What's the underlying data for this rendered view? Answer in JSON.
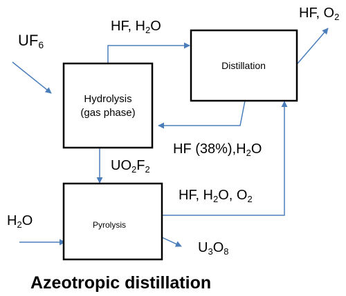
{
  "title": "Azeotropic distillation",
  "boxes": {
    "hydrolysis": {
      "line1": "Hydrolysis",
      "line2": "(gas phase)"
    },
    "distillation": {
      "label": "Distillation"
    },
    "pyrolysis": {
      "label": "Pyrolysis"
    }
  },
  "streams": {
    "uf6": {
      "parts": [
        "UF",
        "6"
      ]
    },
    "hf_h2o_top": {
      "parts": [
        "HF, H",
        "2",
        "O"
      ]
    },
    "hf_o2_out": {
      "parts": [
        "HF, O",
        "2"
      ]
    },
    "hf38_h2o": {
      "parts": [
        "HF (38%),H",
        "2",
        "O"
      ]
    },
    "uo2f2": {
      "parts": [
        "UO",
        "2",
        "F",
        "2"
      ]
    },
    "hf_h2o_o2": {
      "parts": [
        "HF, H",
        "2",
        "O, O",
        "2"
      ]
    },
    "h2o_in": {
      "parts": [
        "H",
        "2",
        "O"
      ]
    },
    "u3o8": {
      "parts": [
        "U",
        "3",
        "O",
        "8"
      ]
    }
  },
  "colors": {
    "arrow": "#4a7ebb",
    "box_border": "#000000",
    "text": "#000000"
  }
}
